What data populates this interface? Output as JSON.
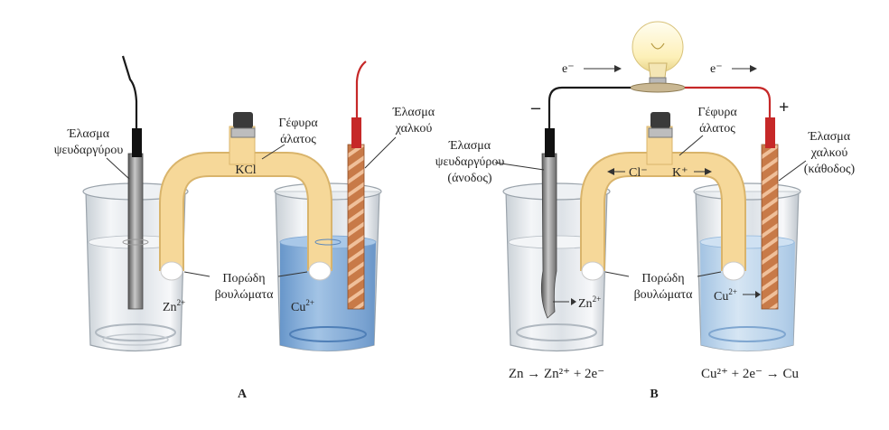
{
  "panel_a": {
    "label": "A",
    "zinc_strip_label": [
      "Έλασμα",
      "ψευδαργύρου"
    ],
    "salt_bridge_label": [
      "Γέφυρα",
      "άλατος"
    ],
    "copper_strip_label": [
      "Έλασμα",
      "χαλκού"
    ],
    "bridge_salt": "KCl",
    "plugs_label": [
      "Πορώδη",
      "βουλώματα"
    ],
    "ion_zn": "Zn",
    "ion_zn_charge": "2+",
    "ion_cu": "Cu",
    "ion_cu_charge": "2+"
  },
  "panel_b": {
    "label": "B",
    "electron_left": "e⁻",
    "electron_right": "e⁻",
    "minus_sign": "–",
    "plus_sign": "+",
    "zinc_strip_label": [
      "Έλασμα",
      "ψευδαργύρου",
      "(άνοδος)"
    ],
    "salt_bridge_label": [
      "Γέφυρα",
      "άλατος"
    ],
    "copper_strip_label": [
      "Έλασμα",
      "χαλκού",
      "(κάθοδος)"
    ],
    "bridge_anion": "Cl⁻",
    "bridge_cation": "K⁺",
    "plugs_label": [
      "Πορώδη",
      "βουλώματα"
    ],
    "ion_zn": "Zn",
    "ion_zn_charge": "2+",
    "ion_cu": "Cu",
    "ion_cu_charge": "2+",
    "anode_equation": "Zn → Zn²⁺ + 2e⁻",
    "cathode_equation": "Cu²⁺ + 2e⁻ → Cu"
  },
  "colors": {
    "bridge": "#f6d899",
    "copper_solution": "#6f9fd2",
    "copper_strip": "#c87a48",
    "zinc_strip": "#8a8a8a",
    "wire_red": "#c62828",
    "wire_black": "#1a1a1a",
    "glass": "#dfe5ea"
  }
}
